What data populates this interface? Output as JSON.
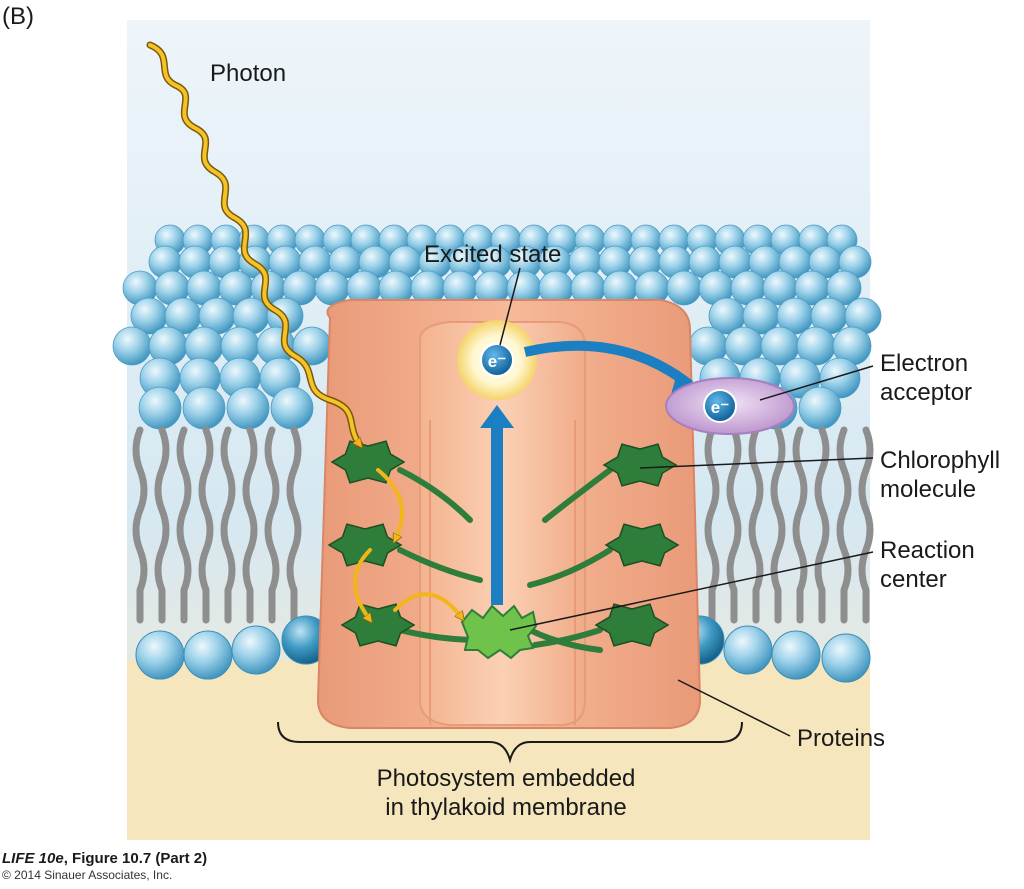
{
  "panel_label": "(B)",
  "labels": {
    "photon": "Photon",
    "excited_state": "Excited state",
    "electron_acceptor_line1": "Electron",
    "electron_acceptor_line2": "acceptor",
    "chlorophyll_line1": "Chlorophyll",
    "chlorophyll_line2": "molecule",
    "reaction_center_line1": "Reaction",
    "reaction_center_line2": "center",
    "proteins": "Proteins",
    "photosystem_line1": "Photosystem embedded",
    "photosystem_line2": "in thylakoid membrane",
    "electron_symbol": "e⁻"
  },
  "credit": {
    "book": "LIFE 10e",
    "figure": ", Figure 10.7 (Part 2)",
    "copyright": "© 2014 Sinauer Associates, Inc."
  },
  "colors": {
    "sky": "#dcebf3",
    "base": "#f6e6bd",
    "lipid_head": "#8fcbe6",
    "lipid_tail": "#8e8e8e",
    "protein": "#f2a884",
    "chlorophyll": "#2f7d3a",
    "reaction_center": "#6fc24a",
    "photon": "#f2b51c",
    "electron_arrow": "#1c7fc2",
    "acceptor": "#c9a2d6"
  }
}
